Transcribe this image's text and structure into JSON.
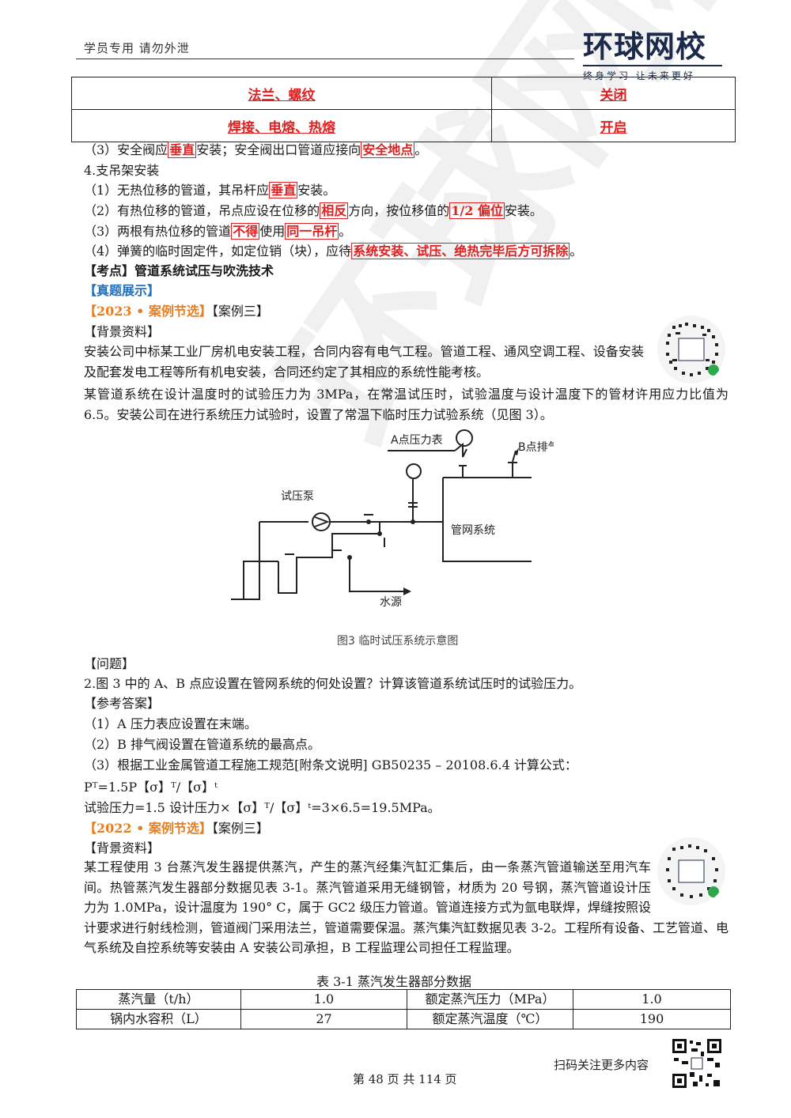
{
  "header": {
    "left": "学员专用 请勿外泄",
    "logo": "环球网校",
    "logo_sub": "终身学习 让未来更好"
  },
  "top_table": [
    [
      "法兰、螺纹",
      "关闭"
    ],
    [
      "焊接、电熔、热熔",
      "开启"
    ]
  ],
  "lines": {
    "l1a": "（3）安全阀应",
    "l1b": "垂直",
    "l1c": "安装；安全阀出口管道应接向",
    "l1d": "安全地点",
    "l1e": "。",
    "l2": "4.支吊架安装",
    "l3a": "（1）无热位移的管道，其吊杆应",
    "l3b": "垂直",
    "l3c": "安装。",
    "l4a": "（2）有热位移的管道，吊点应设在位移的",
    "l4b": "相反",
    "l4c": "方向，按位移值的",
    "l4d": "1/2 偏位",
    "l4e": "安装。",
    "l5a": "（3）两根有热位移的管道",
    "l5b": "不得",
    "l5c": "使用",
    "l5d": "同一吊杆",
    "l5e": "。",
    "l6a": "（4）弹簧的临时固定件，如定位销（块），应待",
    "l6b": "系统安装、试压、绝热完毕后方可拆除",
    "l6c": "。",
    "l7": "【考点】管道系统试压与吹洗技术",
    "l8": "【真题展示】",
    "l9a": "【2023 • 案例节选】",
    "l9b": "【案例三】",
    "l10": "【背景资料】",
    "p1": "安装公司中标某工业厂房机电安装工程，合同内容有电气工程。管道工程、通风空调工程、设备安装及配套发电工程等所有机电安装，合同还约定了其相应的系统性能考核。",
    "p2": "某管道系统在设计温度时的试验压力为 3MPa，在常温试压时，试验温度与设计温度下的管材许用应力比值为 6.5。安装公司在进行系统压力试验时，设置了常温下临时压力试验系统（见图 3）。"
  },
  "figure": {
    "label_a": "A点压力表",
    "label_b": "B点排气阀",
    "label_pump": "试压泵",
    "label_net": "管网系统",
    "label_water": "水源",
    "caption": "图3 临时试压系统示意图"
  },
  "qa": {
    "q_head": "【问题】",
    "q": "2.图 3 中的 A、B 点应设置在管网系统的何处设置？计算该管道系统试压时的试验压力。",
    "a_head": "【参考答案】",
    "a1": "（1）A 压力表应设置在末端。",
    "a2": "（2）B 排气阀设置在管道系统的最高点。",
    "a3": "（3）根据工业金属管道工程施工规范[附条文说明] GB50235 – 20108.6.4 计算公式：",
    "f1": "Pᵀ=1.5P【σ】ᵀ/【σ】ᵗ",
    "f2": "试验压力=1.5 设计压力×【σ】ᵀ/【σ】ᵗ=3×6.5=19.5MPa。"
  },
  "case2": {
    "tag": "【2022 • 案例节选】",
    "tag2": "【案例三】",
    "bg": "【背景资料】",
    "p": "某工程使用 3 台蒸汽发生器提供蒸汽，产生的蒸汽经集汽缸汇集后，由一条蒸汽管道输送至用汽车间。热管蒸汽发生器部分数据见表 3-1。蒸汽管道采用无缝钢管，材质为 20 号钢，蒸汽管道设计压力为 1.0MPa，设计温度为 190° C，属于 GC2 级压力管道。管道连接方式为氩电联焊，焊缝按照设计要求进行射线检测，管道阀门采用法兰，管道需要保温。蒸汽集汽缸数据见表 3-2。工程所有设备、工艺管道、电气系统及自控系统等安装由 A 安装公司承担，B 工程监理公司担任工程监理。",
    "table_title": "表 3-1 蒸汽发生器部分数据",
    "table": [
      [
        "蒸汽量（t/h）",
        "1.0",
        "额定蒸汽压力（MPa）",
        "1.0"
      ],
      [
        "锅内水容积（L）",
        "27",
        "额定蒸汽温度（℃）",
        "190"
      ]
    ]
  },
  "footer": {
    "page": "第 48 页 共 114 页",
    "scan": "扫码关注更多内容"
  }
}
